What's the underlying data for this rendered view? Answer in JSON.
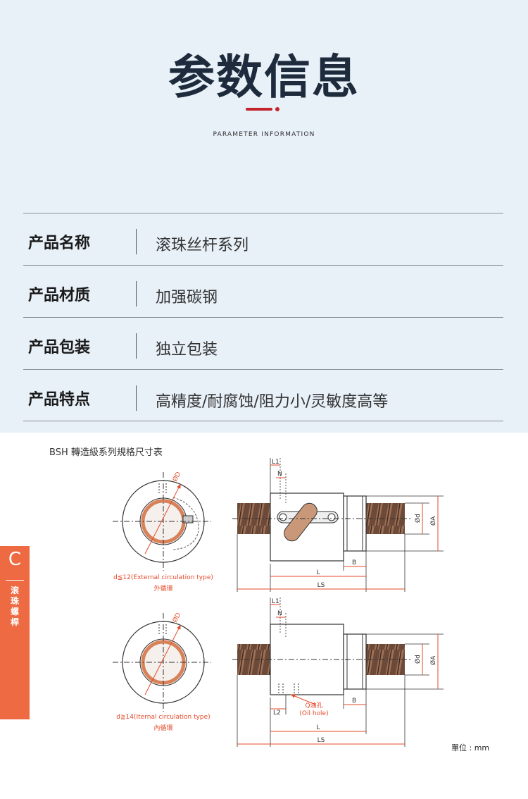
{
  "header": {
    "title": "参数信息",
    "subtitle": "PARAMETER INFORMATION",
    "accent_color": "#c4242c"
  },
  "params": [
    {
      "label": "产品名称",
      "value": "滚珠丝杆系列"
    },
    {
      "label": "产品材质",
      "value": "加强碳钢"
    },
    {
      "label": "产品包装",
      "value": "独立包装"
    },
    {
      "label": "产品特点",
      "value": "高精度/耐腐蚀/阻力小/灵敏度高等"
    }
  ],
  "specs": {
    "title": "BSH 轉造級系列規格尺寸表",
    "side_tab": {
      "letter": "C",
      "text": "滚珠螺桿",
      "color": "#ee6a42"
    },
    "external": {
      "caption": "d≦12(External circulation type)",
      "caption_cn": "外循環"
    },
    "internal": {
      "caption": "d≧14(Iternal circulation type)",
      "caption_cn": "內循環",
      "oil_label": "Q油孔",
      "oil_label_en": "(Oil hole)"
    },
    "dims": {
      "d_outer": "ØD",
      "d_outer2": "ØD",
      "l1": "L1",
      "n": "N",
      "l": "L",
      "ls": "LS",
      "b": "B",
      "phi_d": "Ød",
      "phi_a": "ØA",
      "l1b": "L1",
      "nb": "N",
      "l2": "L2",
      "lb": "L",
      "lsb": "LS",
      "bb": "B",
      "phi_db": "Ød",
      "phi_ab": "ØA"
    },
    "unit": "單位 : mm"
  }
}
